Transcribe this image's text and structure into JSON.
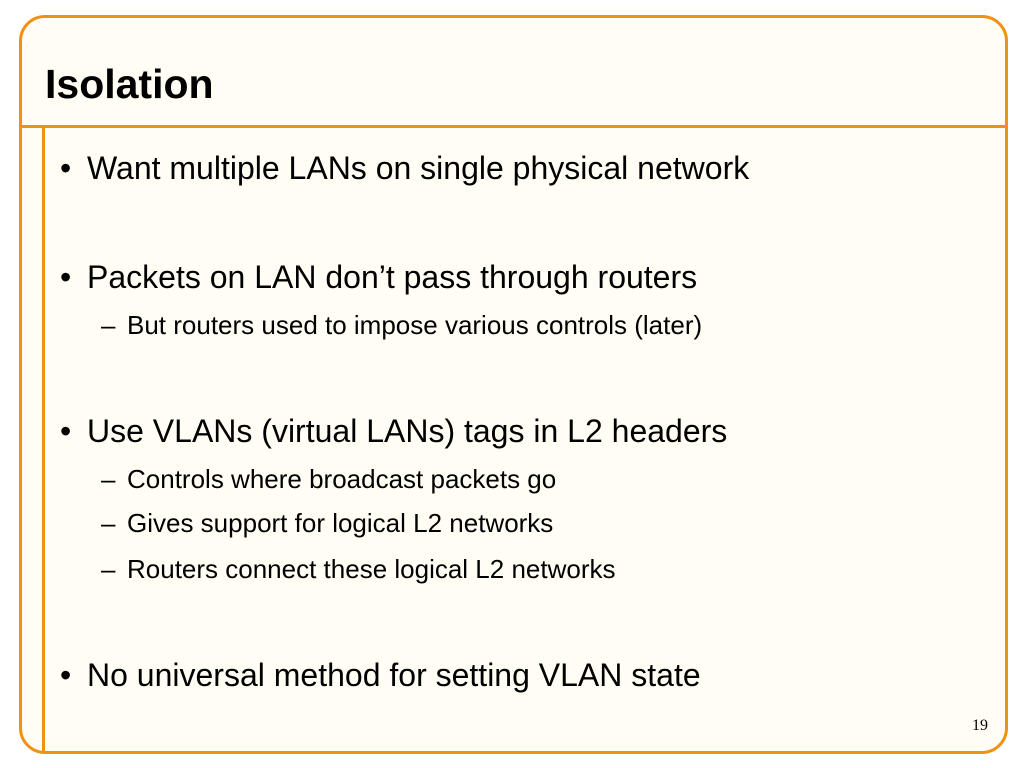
{
  "slide": {
    "title": "Isolation",
    "bullet_mark": "•",
    "sub_mark": "–",
    "bullets": [
      {
        "text": "Want multiple LANs on single physical network",
        "subs": []
      },
      {
        "text": "Packets on LAN don’t pass through routers",
        "subs": [
          "But routers used to impose various controls (later)"
        ]
      },
      {
        "text": "Use VLANs (virtual LANs) tags in L2 headers",
        "subs": [
          "Controls where broadcast packets go",
          "Gives support for logical L2 networks",
          "Routers connect these logical L2 networks"
        ]
      },
      {
        "text": "No universal method for setting VLAN state",
        "subs": []
      }
    ],
    "page_number": "19"
  },
  "colors": {
    "accent": "#F29111",
    "background": "#FFFDF4",
    "text": "#000000"
  }
}
